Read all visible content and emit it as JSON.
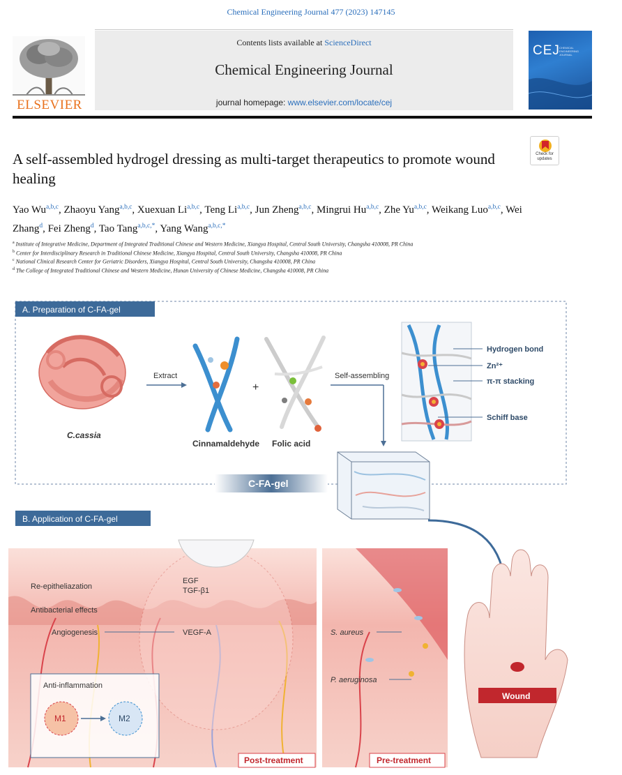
{
  "header": {
    "citation": "Chemical Engineering Journal 477 (2023) 147145",
    "contents_prefix": "Contents lists available at ",
    "contents_link": "ScienceDirect",
    "journal_name": "Chemical Engineering Journal",
    "homepage_prefix": "journal homepage: ",
    "homepage_link": "www.elsevier.com/locate/cej",
    "publisher": "ELSEVIER",
    "cover_logo": "CEJ",
    "cover_subtitle": "CHEMICAL ENGINEERING JOURNAL"
  },
  "badge": {
    "label_line1": "Check for",
    "label_line2": "updates"
  },
  "article": {
    "title": "A self-assembled hydrogel dressing as multi-target therapeutics to promote wound healing"
  },
  "authors": [
    {
      "name": "Yao Wu",
      "aff": "a,b,c",
      "sep": ", "
    },
    {
      "name": "Zhaoyu Yang",
      "aff": "a,b,c",
      "sep": ", "
    },
    {
      "name": "Xuexuan Li",
      "aff": "a,b,c",
      "sep": ", "
    },
    {
      "name": "Teng Li",
      "aff": "a,b,c",
      "sep": ", "
    },
    {
      "name": "Jun Zheng",
      "aff": "a,b,c",
      "sep": ", "
    },
    {
      "name": "Mingrui Hu",
      "aff": "a,b,c",
      "sep": ", "
    },
    {
      "name": "Zhe Yu",
      "aff": "a,b,c",
      "sep": ", "
    },
    {
      "name": "Weikang Luo",
      "aff": "a,b,c",
      "sep": ", "
    },
    {
      "name": "Wei Zhang",
      "aff": "d",
      "sep": ", "
    },
    {
      "name": "Fei Zheng",
      "aff": "d",
      "sep": ", "
    },
    {
      "name": "Tao Tang",
      "aff": "a,b,c,*",
      "sep": ", "
    },
    {
      "name": "Yang Wang",
      "aff": "a,b,c,*",
      "sep": ""
    }
  ],
  "affiliations": [
    {
      "key": "a",
      "text": "Institute of Integrative Medicine, Department of Integrated Traditional Chinese and Western Medicine, Xiangya Hospital, Central South University, Changsha 410008, PR China"
    },
    {
      "key": "b",
      "text": "Center for Interdisciplinary Research in Traditional Chinese Medicine, Xiangya Hospital, Central South University, Changsha 410008, PR China"
    },
    {
      "key": "c",
      "text": "National Clinical Research Center for Geriatric Disorders, Xiangya Hospital, Central South University, Changsha 410008, PR China"
    },
    {
      "key": "d",
      "text": "The College of Integrated Traditional Chinese and Western Medicine, Hunan University of Chinese Medicine, Changsha 410008, PR China"
    }
  ],
  "figure": {
    "panel_a": {
      "title": "A. Preparation of C-FA-gel",
      "source": "C.cassia",
      "extract": "Extract",
      "cinnamaldehyde": "Cinnamaldehyde",
      "plus": "+",
      "folic_acid": "Folic acid",
      "self_assembling": "Self-assembling",
      "hydrogen_bond": "Hydrogen bond",
      "zn": "Zn²⁺",
      "pi_stacking": "π-π stacking",
      "schiff_base": "Schiff base",
      "gel_label": "C-FA-gel"
    },
    "panel_b": {
      "title": "B. Application of C-FA-gel",
      "re_epi": "Re-epitheliazation",
      "egf": "EGF",
      "tgf": "TGF-β1",
      "antibacterial": "Antibacterial effects",
      "angiogenesis": "Angiogenesis",
      "vegf": "VEGF-A",
      "anti_inflammation": "Anti-inflammation",
      "m1": "M1",
      "m2": "M2",
      "post": "Post-treatment",
      "pre": "Pre-treatment",
      "s_aureus": "S. aureus",
      "p_aeruginosa": "P. aeruginosa",
      "wound": "Wound"
    },
    "colors": {
      "panel_header": "#3d6a99",
      "skin_pink": "#f3b6ae",
      "vessel_red": "#d9434b",
      "vessel_yellow": "#f0b232",
      "fiber_blue": "#3c8fcf",
      "wound_red": "#c1272d"
    }
  }
}
